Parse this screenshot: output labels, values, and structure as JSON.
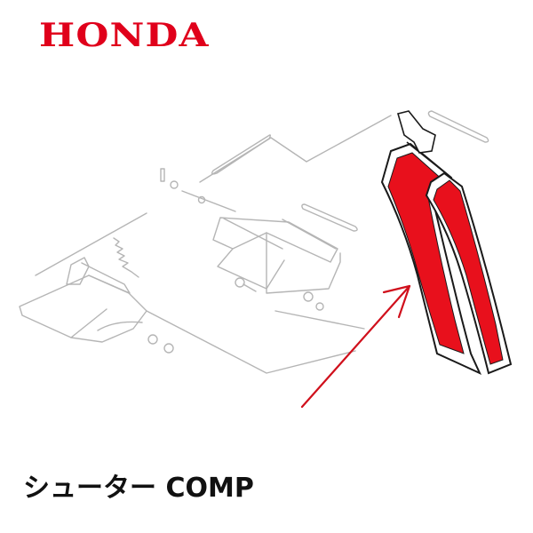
{
  "brand": {
    "name": "HONDA",
    "color": "#e0001b"
  },
  "diagram": {
    "description": "Exploded parts diagram of mower chute assembly with highlighted part",
    "highlight_color": "#e8101c",
    "line_color": "#b8b8b8",
    "outline_color": "#1a1a1a",
    "arrow_color": "#d0101c",
    "highlighted_part_icon": "chute-part-icon",
    "arrow_icon": "pointer-arrow-icon"
  },
  "product": {
    "title": "シューター COMP"
  }
}
